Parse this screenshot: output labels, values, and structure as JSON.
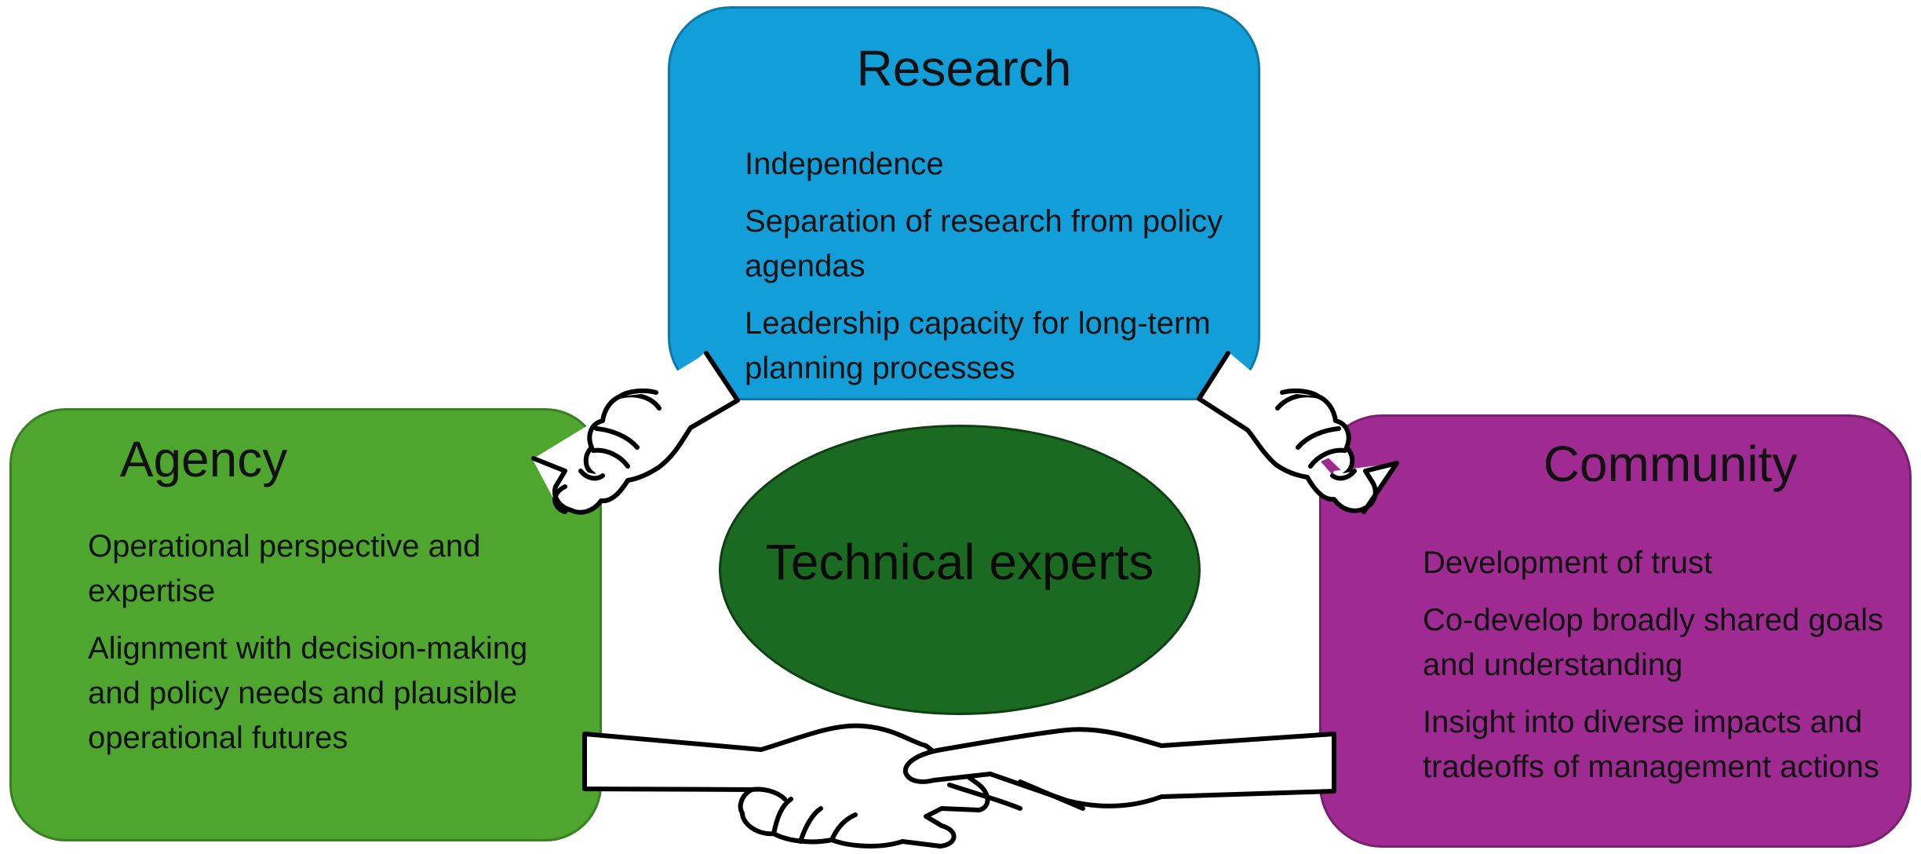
{
  "research": {
    "title": "Research",
    "items": [
      "Independence",
      "Separation of research from policy agendas",
      "Leadership capacity for long-term planning processes"
    ]
  },
  "agency": {
    "title": "Agency",
    "items": [
      "Operational perspective and expertise",
      "Alignment with decision-making and policy needs and plausible operational futures"
    ]
  },
  "community": {
    "title": "Community",
    "items": [
      "Development of trust",
      "Co-develop broadly shared goals and understanding",
      "Insight into diverse impacts and tradeoffs of management actions"
    ]
  },
  "center": {
    "label": "Technical experts"
  },
  "colors": {
    "research": "#129ed8",
    "agency": "#4ea62f",
    "community": "#9f2a91",
    "experts": "#1b6a22"
  },
  "icons": [
    "handshake-icon",
    "handshake-icon",
    "handshake-icon"
  ]
}
